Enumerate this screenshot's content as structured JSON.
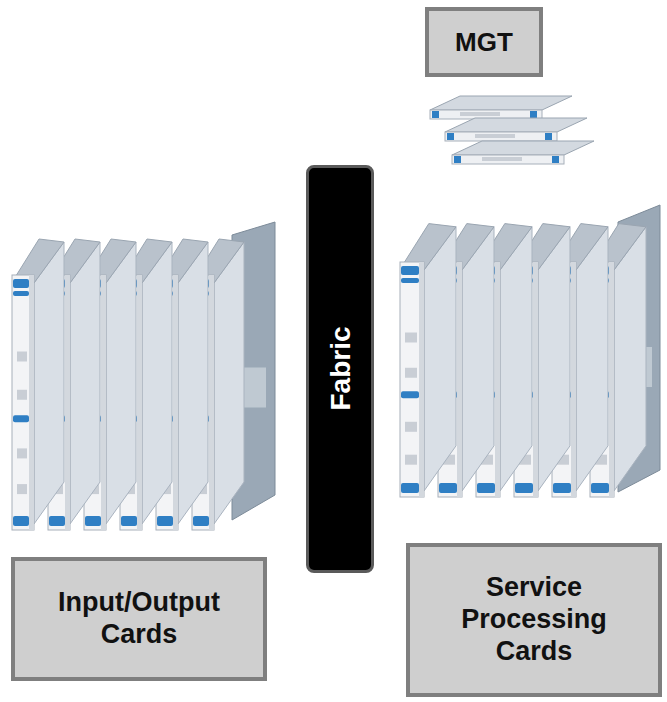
{
  "diagram": {
    "nodes": [
      {
        "text": [
          "MGT"
        ]
      },
      {
        "text": [
          "Fabric"
        ]
      },
      {
        "text": [
          "Input/Output Cards"
        ]
      },
      {
        "text": [
          "Service Processing Cards"
        ]
      }
    ]
  }
}
